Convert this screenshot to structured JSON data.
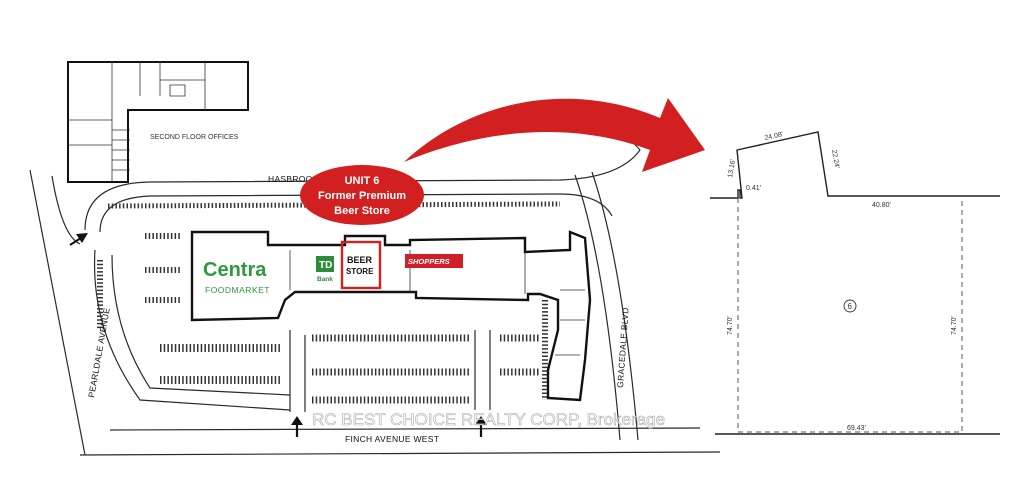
{
  "streets": {
    "hasbrook": "HASBROO",
    "pearldale": "PEARLDALE AVENUE",
    "finch": "FINCH AVENUE WEST",
    "graceland": "GRACEDALE BLVD"
  },
  "second_floor_label": "SECOND FLOOR OFFICES",
  "tenants": {
    "centra_word": "Centra",
    "centra_sub": "FOODMARKET",
    "td_logo": "TD",
    "td_sub": "Bank",
    "beer_line1": "BEER",
    "beer_line2": "STORE",
    "shoppers": "SHOPPERS"
  },
  "callout": {
    "line1": "UNIT 6",
    "line2": "Former Premium",
    "line3": "Beer Store"
  },
  "watermark": "RC BEST CHOICE REALTY CORP, Brokerage",
  "floorplan": {
    "dims": {
      "left_top": "13.16'",
      "top_slant": "24.08'",
      "right_slant": "22.24'",
      "step": "0.41'",
      "top_right": "40.80'",
      "left_side": "74.70'",
      "right_side": "74.70'",
      "bottom": "69.43'"
    },
    "unit_number": "6"
  },
  "colors": {
    "accent_red": "#d21f1f",
    "centra_green": "#2f9a3d",
    "td_green": "#2e8b3a",
    "shoppers_red": "#d11f2a"
  }
}
